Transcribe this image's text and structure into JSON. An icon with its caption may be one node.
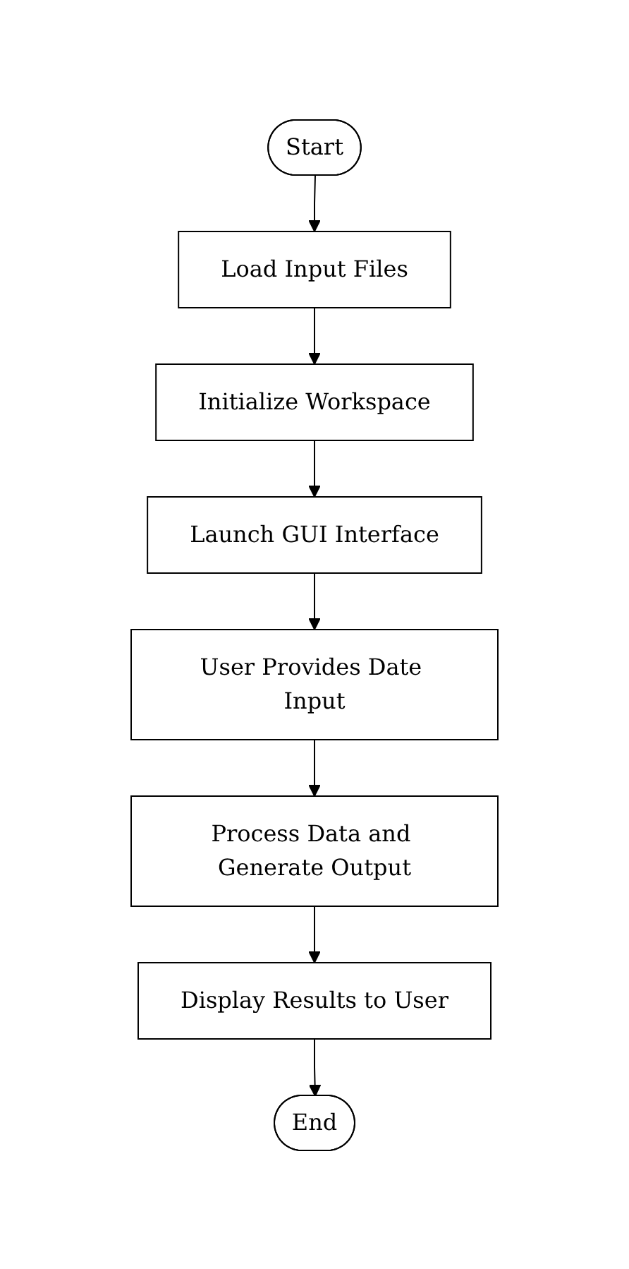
{
  "diagram": {
    "nodes": [
      {
        "text": [
          "Start"
        ]
      },
      {
        "text": [
          "Load Input Files"
        ]
      },
      {
        "text": [
          "Initialize Workspace"
        ]
      },
      {
        "text": [
          "Launch GUI Interface"
        ]
      },
      {
        "text": [
          "User Provides Date Input"
        ]
      },
      {
        "text": [
          "Process Data and Generate Output"
        ]
      },
      {
        "text": [
          "Display Results to User"
        ]
      },
      {
        "text": [
          "End"
        ]
      }
    ],
    "edges": [
      {
        "from": 0,
        "to": 1,
        "arrow": "to"
      },
      {
        "from": 1,
        "to": 2,
        "arrow": "to"
      },
      {
        "from": 2,
        "to": 3,
        "arrow": "to"
      },
      {
        "from": 3,
        "to": 4,
        "arrow": "to"
      },
      {
        "from": 4,
        "to": 5,
        "arrow": "to"
      },
      {
        "from": 5,
        "to": 6,
        "arrow": "to"
      },
      {
        "from": 6,
        "to": 7,
        "arrow": "to"
      }
    ]
  }
}
